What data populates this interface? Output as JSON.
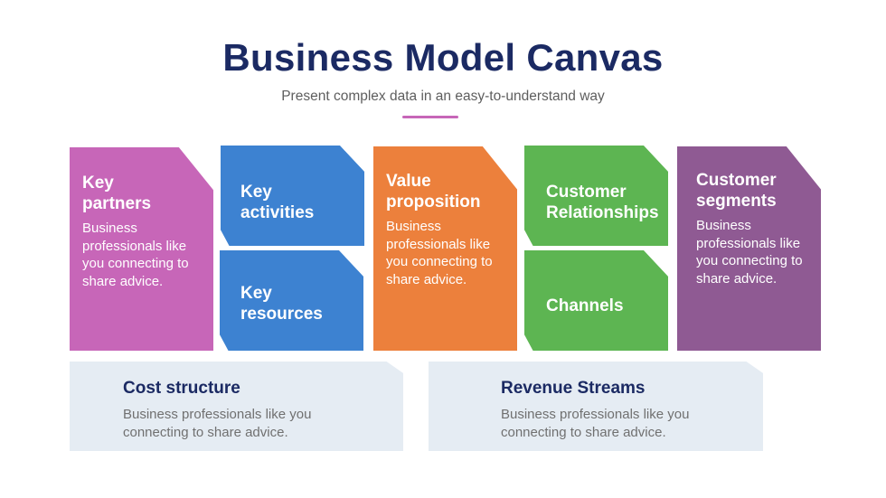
{
  "header": {
    "title": "Business Model Canvas",
    "subtitle": "Present complex data in an easy-to-understand way"
  },
  "colors": {
    "title": "#1b2a63",
    "accent_line": "#c766b8",
    "key_partners": "#c766b8",
    "key_activities": "#3d82d1",
    "key_resources": "#3d82d1",
    "value_proposition": "#ec803c",
    "customer_relationships": "#5db552",
    "channels": "#5db552",
    "customer_segments": "#8f5a93",
    "panel": "#e5ecf3"
  },
  "blocks": {
    "key_partners": {
      "title": "Key partners",
      "text": "Business professionals like you connecting to share advice."
    },
    "key_activities": {
      "title": "Key activities"
    },
    "key_resources": {
      "title": "Key resources"
    },
    "value_proposition": {
      "title": "Value proposition",
      "text": "Business professionals like you connecting to share advice."
    },
    "customer_relationships": {
      "title": "Customer Relationships"
    },
    "channels": {
      "title": "Channels"
    },
    "customer_segments": {
      "title": "Customer segments",
      "text": "Business professionals like you connecting to share advice."
    }
  },
  "bottom": {
    "cost_structure": {
      "title": "Cost structure",
      "text": "Business professionals like you connecting to share advice."
    },
    "revenue_streams": {
      "title": "Revenue Streams",
      "text": "Business professionals like you connecting to share advice."
    }
  }
}
